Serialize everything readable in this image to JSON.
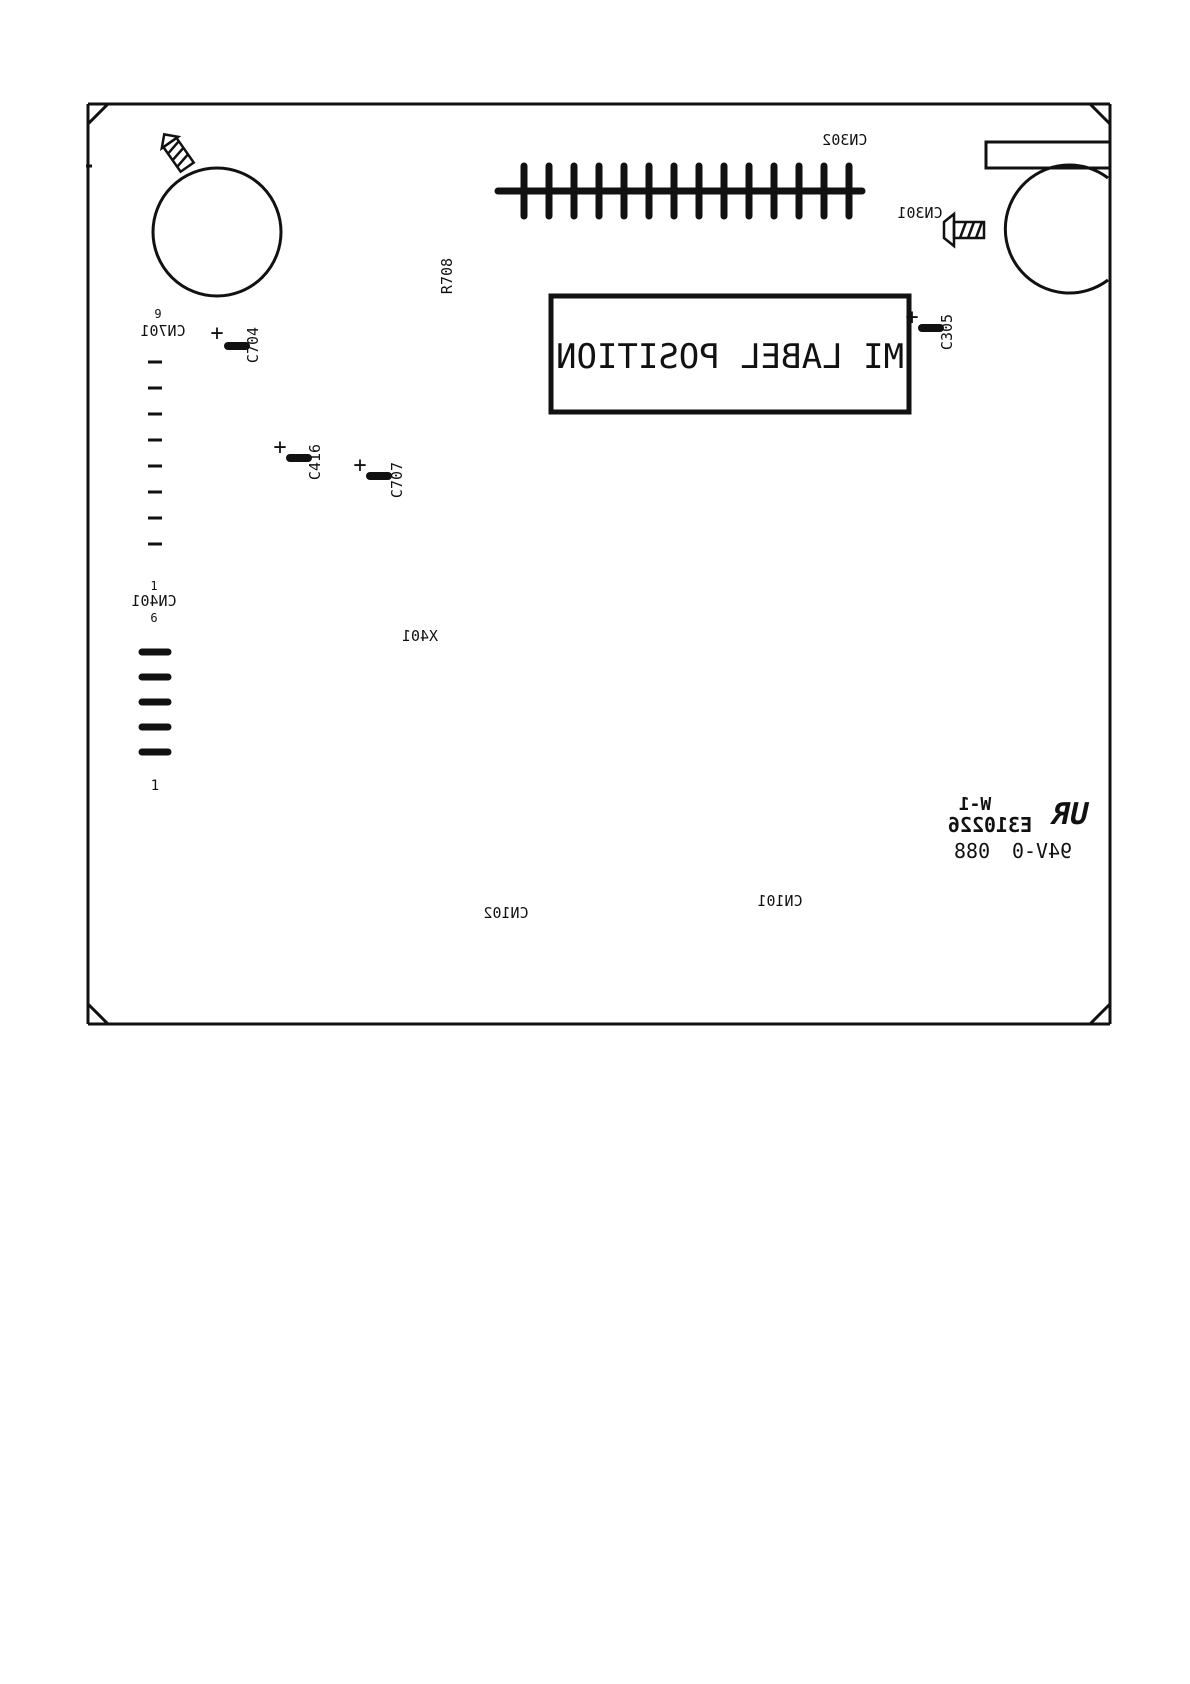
{
  "board": {
    "label_box_text": "MI LABEL POSITION",
    "designators": {
      "cn302": "CN302",
      "cn301": "CN301",
      "r708": "R708",
      "c305": "C305",
      "cn701": "CN701",
      "cn701_pin9": "9",
      "c704": "C704",
      "c416": "C416",
      "c707": "C707",
      "cn401": "CN401",
      "cn401_pin1": "1",
      "cn401_pin6": "6",
      "x401": "X401",
      "pin_1": "1",
      "cn102": "CN102",
      "cn101": "CN101"
    },
    "polarity_mark": "+",
    "ul_marking": {
      "logo": "UR",
      "file_number": "E310226",
      "rating": "94V-0",
      "code": "088",
      "type": "W-1"
    },
    "colors": {
      "ink": "#111111",
      "background": "#ffffff"
    }
  }
}
